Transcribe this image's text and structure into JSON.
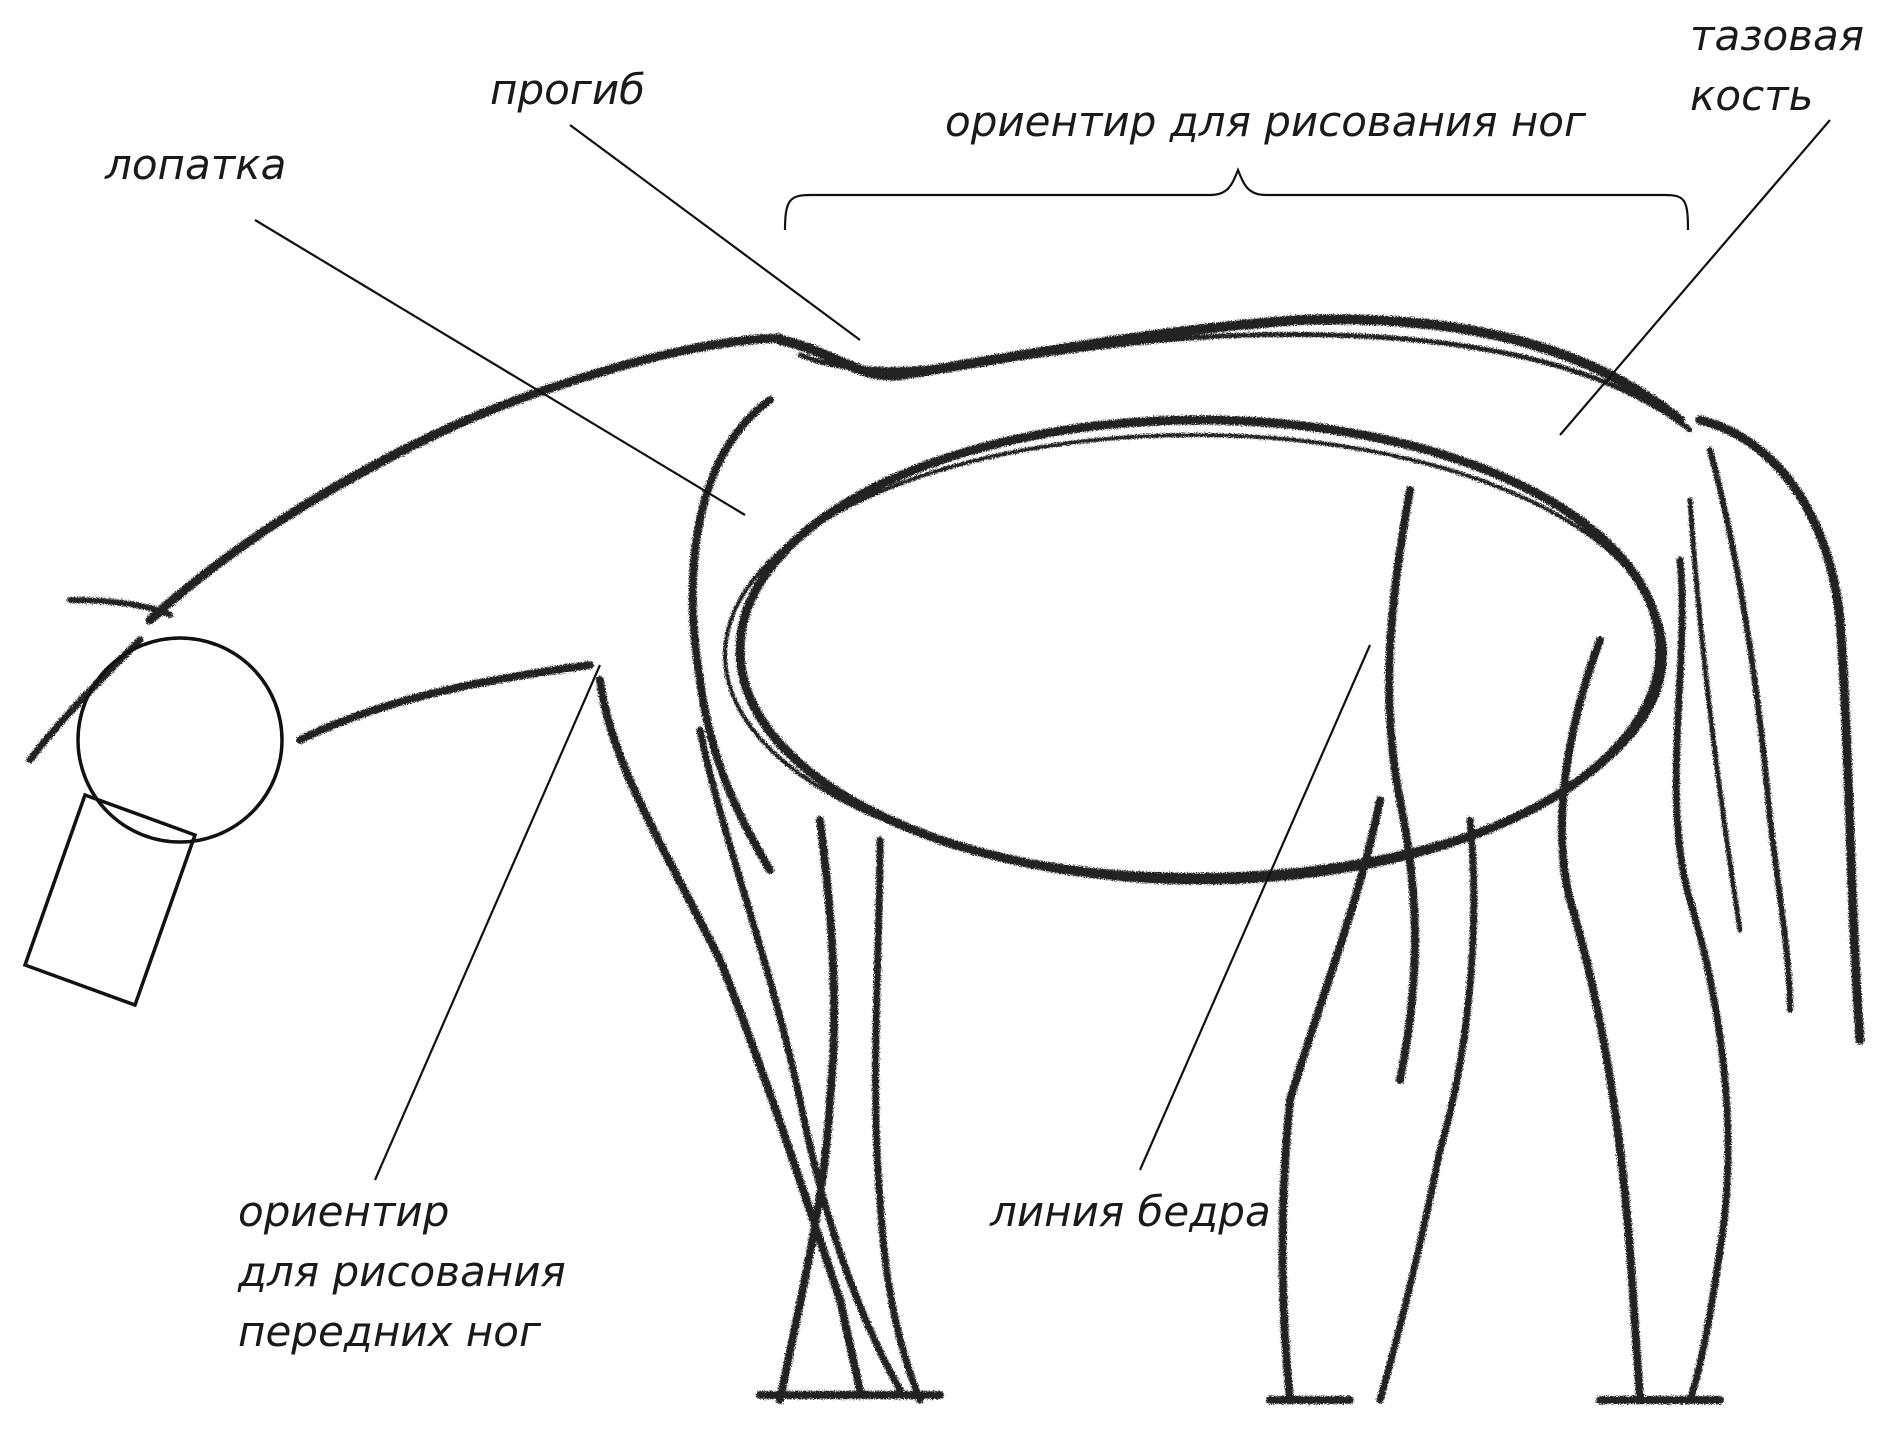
{
  "labels": {
    "progib": "прогиб",
    "lopatka": "лопатка",
    "hind_legs_guide": "ориентир для рисования ног",
    "pelvis_line1": "тазовая",
    "pelvis_line2": "кость",
    "front_legs_line1": "ориентир",
    "front_legs_line2": "для рисования",
    "front_legs_line3": "передних ног",
    "thigh_line": "линия бедра"
  }
}
